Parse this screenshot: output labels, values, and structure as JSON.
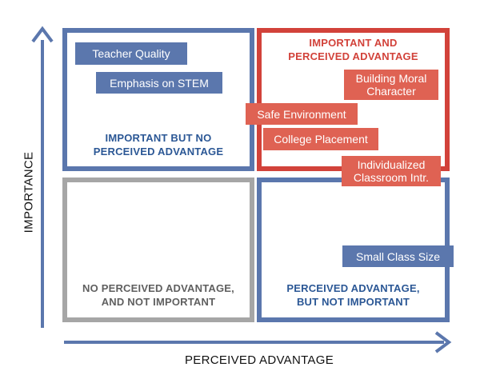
{
  "quadrants": {
    "top_left": "IMPORTANT BUT NO\nPERCEIVED ADVANTAGE",
    "top_right": "IMPORTANT AND\nPERCEIVED ADVANTAGE",
    "bottom_left": "NO PERCEIVED ADVANTAGE,\nAND NOT IMPORTANT",
    "bottom_right": "PERCEIVED ADVANTAGE,\nBUT NOT IMPORTANT"
  },
  "items": {
    "teacher_quality": "Teacher Quality",
    "emphasis_stem": "Emphasis on STEM",
    "building_moral_character": "Building Moral\nCharacter",
    "safe_environment": "Safe Environment",
    "college_placement": "College Placement",
    "individualized_instruction": "Individualized\nClassroom Intr.",
    "small_class_size": "Small Class Size"
  },
  "axes": {
    "x_label": "PERCEIVED ADVANTAGE",
    "y_label": "IMPORTANCE"
  },
  "colors": {
    "blue": "#5b77ad",
    "red": "#d2423a",
    "gray": "#a6a6a6",
    "red_tag": "#df6253"
  }
}
